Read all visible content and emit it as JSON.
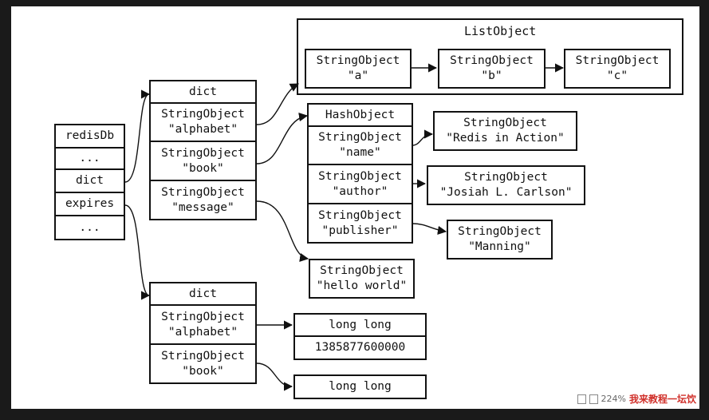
{
  "redisdb": {
    "header": "redisDb",
    "rows": [
      "...",
      "dict",
      "expires",
      "..."
    ]
  },
  "dict_main": {
    "header": "dict",
    "keys": [
      {
        "type": "StringObject",
        "value": "\"alphabet\""
      },
      {
        "type": "StringObject",
        "value": "\"book\""
      },
      {
        "type": "StringObject",
        "value": "\"message\""
      }
    ]
  },
  "listobject": {
    "title": "ListObject",
    "items": [
      {
        "type": "StringObject",
        "value": "\"a\""
      },
      {
        "type": "StringObject",
        "value": "\"b\""
      },
      {
        "type": "StringObject",
        "value": "\"c\""
      }
    ]
  },
  "hashobject": {
    "header": "HashObject",
    "keys": [
      {
        "type": "StringObject",
        "value": "\"name\""
      },
      {
        "type": "StringObject",
        "value": "\"author\""
      },
      {
        "type": "StringObject",
        "value": "\"publisher\""
      }
    ],
    "values": [
      {
        "type": "StringObject",
        "value": "\"Redis in Action\""
      },
      {
        "type": "StringObject",
        "value": "\"Josiah L. Carlson\""
      },
      {
        "type": "StringObject",
        "value": "\"Manning\""
      }
    ]
  },
  "message_value": {
    "type": "StringObject",
    "value": "\"hello world\""
  },
  "dict_expires": {
    "header": "dict",
    "keys": [
      {
        "type": "StringObject",
        "value": "\"alphabet\""
      },
      {
        "type": "StringObject",
        "value": "\"book\""
      }
    ]
  },
  "expire_values": [
    {
      "type": "long long",
      "value": "1385877600000"
    },
    {
      "type": "long long"
    }
  ],
  "statusbar": {
    "zoom": "224%",
    "watermark": "我来教程一坛饮"
  }
}
